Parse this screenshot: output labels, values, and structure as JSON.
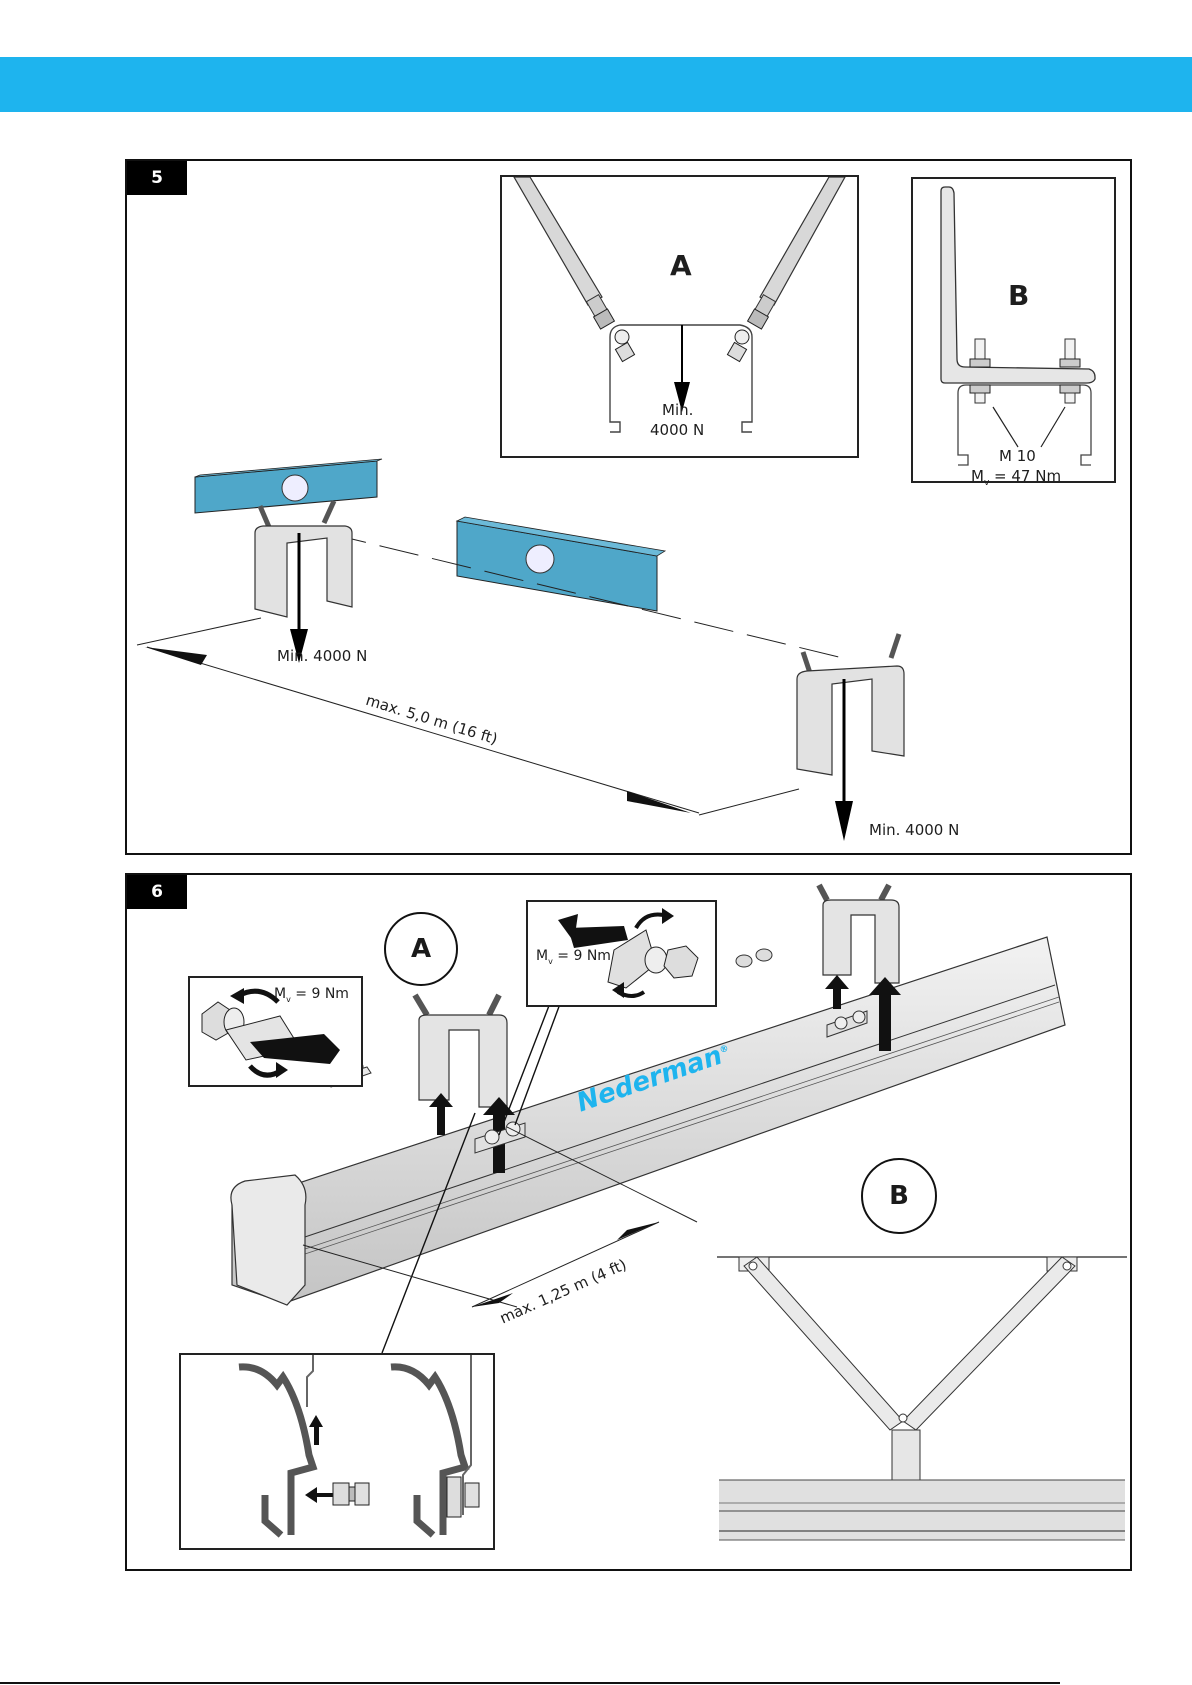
{
  "header": {
    "banner_color": "#1EB4EE"
  },
  "colors": {
    "accent_blue": "#1EB4EE",
    "beam_blue": "#4FA7C9",
    "metal_light": "#E8E8E8",
    "metal_dark": "#9A9A9A",
    "ink": "#111111"
  },
  "step5": {
    "badge": "5",
    "detail_a": {
      "label": "A",
      "force_line1": "Min.",
      "force_line2": "4000  N"
    },
    "detail_b": {
      "label": "B",
      "bolt": "M 10",
      "torque_prefix": "M",
      "torque_sub": "v",
      "torque_value": " = 47 Nm"
    },
    "left_force": "Min. 4000  N",
    "right_force": "Min. 4000  N",
    "span": "max. 5,0 m (16 ft)"
  },
  "step6": {
    "badge": "6",
    "callout_a": "A",
    "callout_b": "B",
    "left_torque": {
      "prefix": "M",
      "sub": "v",
      "value": " = 9 Nm"
    },
    "center_torque": {
      "prefix": "M",
      "sub": "v",
      "value": " = 9 Nm"
    },
    "rail_brand": "Nederman",
    "rail_brand_mark": "®",
    "span": "max. 1,25 m (4 ft)"
  }
}
